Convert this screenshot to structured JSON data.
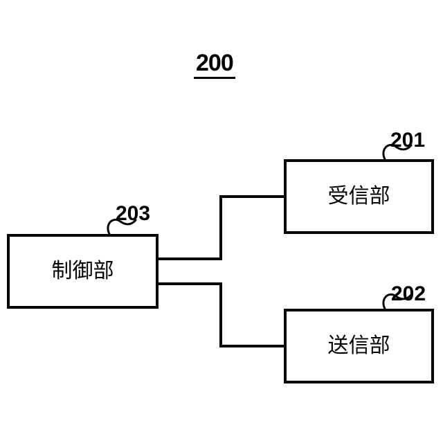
{
  "figure": {
    "title": "200",
    "boxes": [
      {
        "label": "制御部",
        "ref": "203"
      },
      {
        "label": "受信部",
        "ref": "201"
      },
      {
        "label": "送信部",
        "ref": "202"
      }
    ]
  }
}
